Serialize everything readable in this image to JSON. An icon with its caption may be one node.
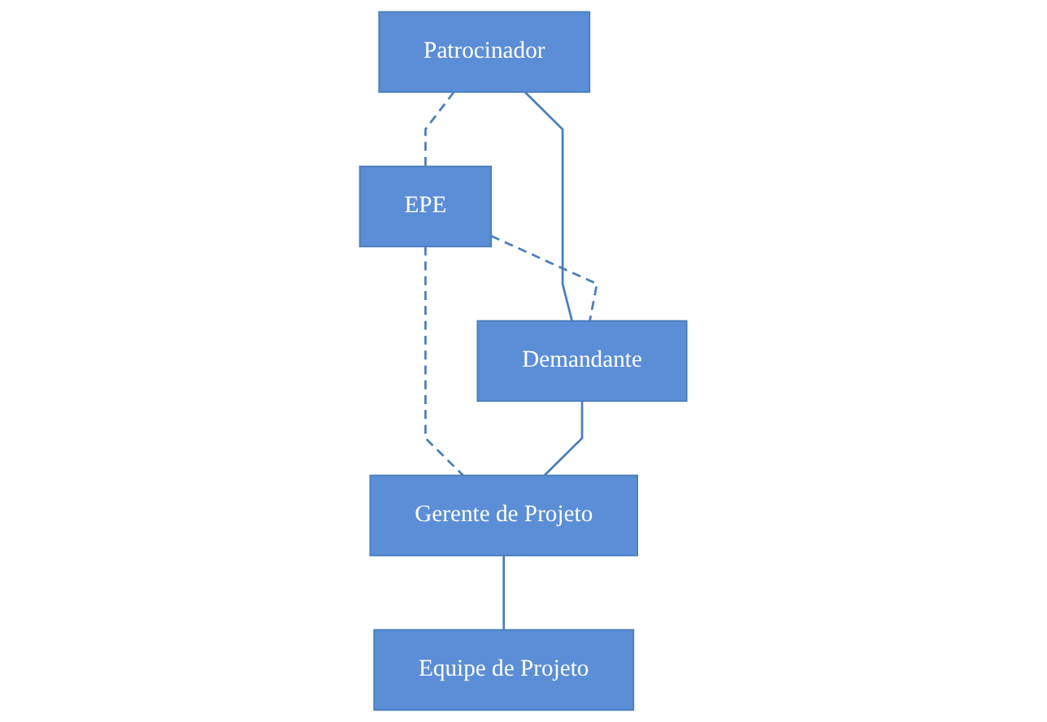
{
  "diagram": {
    "nodes": [
      {
        "text": [
          "Patrocinador"
        ]
      },
      {
        "text": [
          "EPE"
        ]
      },
      {
        "text": [
          "Demandante"
        ]
      },
      {
        "text": [
          "Gerente de Projeto"
        ]
      },
      {
        "text": [
          "Equipe de Projeto"
        ]
      }
    ],
    "edges": [
      {
        "from": 0,
        "to": 1,
        "arrow": "none",
        "style": "dashed"
      },
      {
        "from": 0,
        "to": 2,
        "arrow": "none"
      },
      {
        "from": 1,
        "to": 2,
        "arrow": "none",
        "style": "dashed"
      },
      {
        "from": 1,
        "to": 3,
        "arrow": "none",
        "style": "dashed"
      },
      {
        "from": 2,
        "to": 3,
        "arrow": "none"
      },
      {
        "from": 3,
        "to": 4,
        "arrow": "none"
      }
    ]
  }
}
